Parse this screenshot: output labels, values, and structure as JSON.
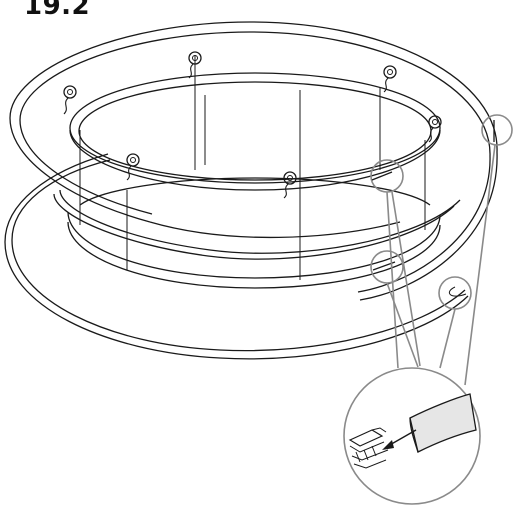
{
  "figure": {
    "step_label": "19.2",
    "colors": {
      "line": "#1a1a1a",
      "callout": "#8a8a8a",
      "strip": "#e6e6e6"
    },
    "icons": [
      "ceiling-plate-ring",
      "lower-ring",
      "hanging-hook",
      "suspension-wire",
      "joint-callout-circle",
      "magnified-detail-circle",
      "cover-strip",
      "insertion-arrow"
    ]
  }
}
